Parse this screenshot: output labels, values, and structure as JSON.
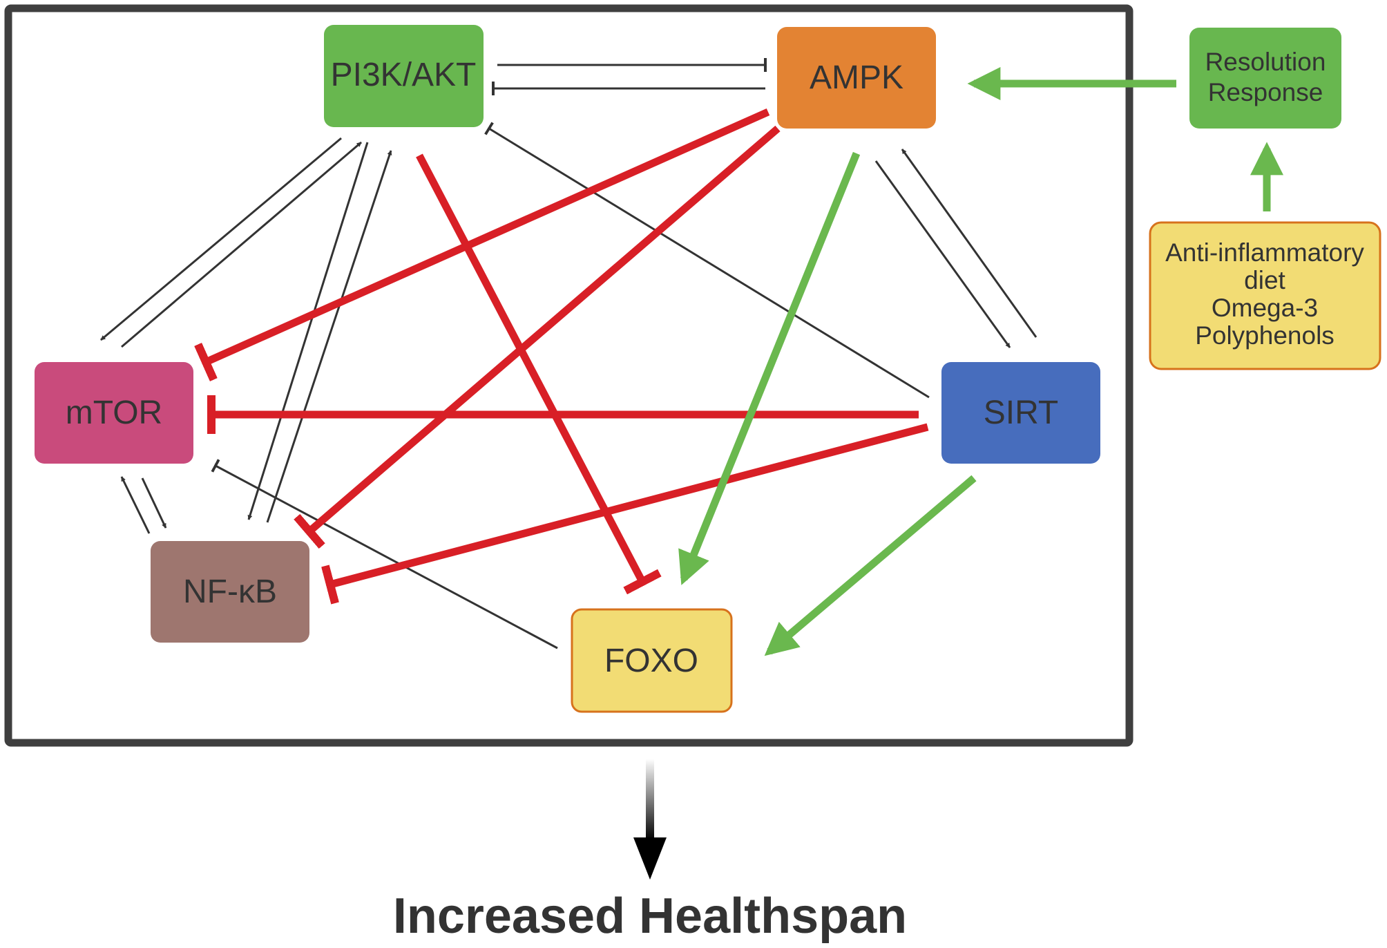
{
  "nodes": {
    "pi3k": {
      "label": "PI3K/AKT",
      "color": "#68b74f"
    },
    "ampk": {
      "label": "AMPK",
      "color": "#e38333"
    },
    "mtor": {
      "label": "mTOR",
      "color": "#c94b7c"
    },
    "sirt": {
      "label": "SIRT",
      "color": "#476dbd"
    },
    "nfkb": {
      "label": "NF-κB",
      "color": "#9e766f"
    },
    "foxo": {
      "label": "FOXO",
      "color": "#f2dc74"
    },
    "resolution": {
      "line1": "Resolution",
      "line2": "Response",
      "color": "#68b74f"
    },
    "antiinflam": {
      "line1": "Anti-inflammatory",
      "line2": "diet",
      "line3": "Omega-3",
      "line4": "Polyphenols",
      "color": "#f2dc74"
    }
  },
  "outcome": {
    "label": "Increased Healthspan"
  },
  "colors": {
    "inhibit_strong": "#d81f26",
    "activate": "#6ab84e",
    "thin": "#333333",
    "frame": "#3f3f3f",
    "border_orange": "#d7721c"
  }
}
